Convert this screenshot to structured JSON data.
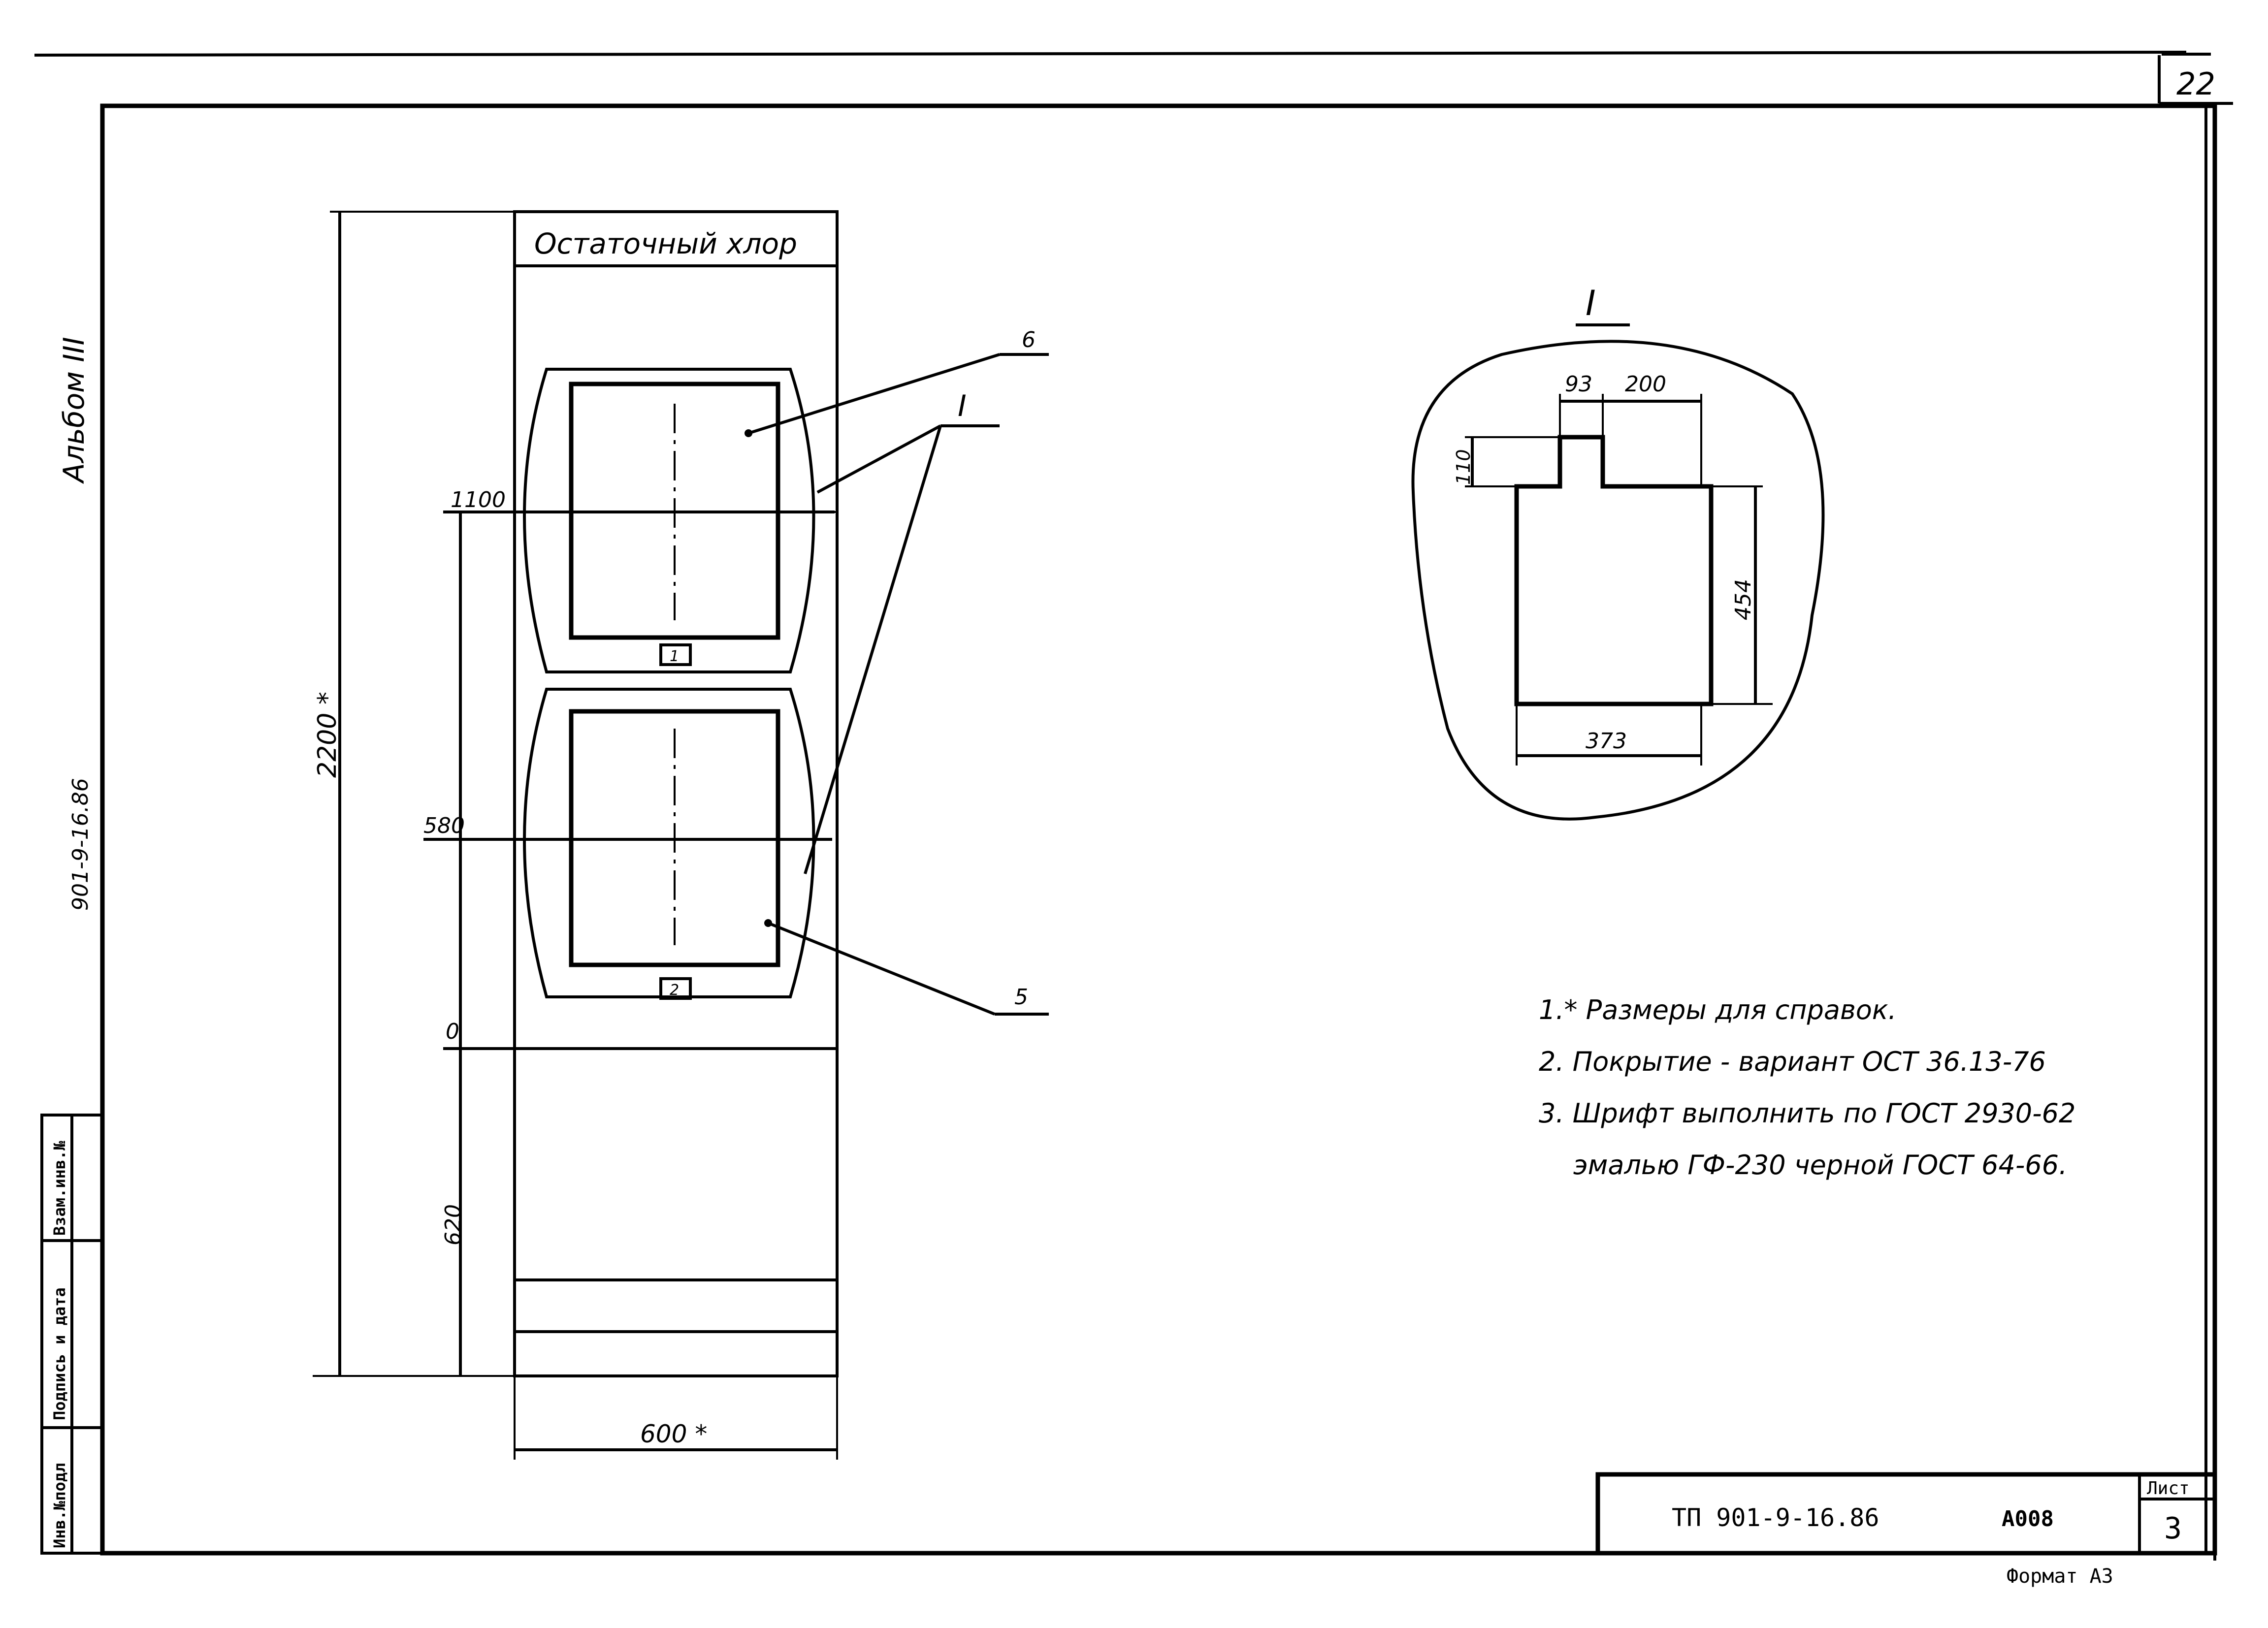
{
  "sheet": {
    "page_number": "22",
    "album_label": "Альбом III",
    "project_code": "901-9-16.86"
  },
  "side_stamp": {
    "cells": [
      "Инв.№подл",
      "Подпись и дата",
      "Взам.инв.№"
    ]
  },
  "panel": {
    "title": "Остаточный хлор",
    "window_1_label": "1",
    "window_2_label": "2"
  },
  "dimensions": {
    "height_total": "2200 *",
    "level_1100": "1100",
    "level_580": "580",
    "level_0": "0",
    "level_620": "620",
    "width": "600 *"
  },
  "callouts": {
    "leader_6": "6",
    "leader_5": "5",
    "detail_ref": "I"
  },
  "detail": {
    "title": "I",
    "dim_93": "93",
    "dim_200": "200",
    "dim_110": "110",
    "dim_454": "454",
    "dim_373": "373"
  },
  "notes": [
    "1.* Размеры для справок.",
    "2. Покрытие - вариант ОСТ 36.13-76",
    "3. Шрифт выполнить по ГОСТ 2930-62",
    "эмалью ГФ-230 черной ГОСТ 64-66."
  ],
  "title_block": {
    "code": "ТП 901-9-16.86",
    "album": "А008",
    "sheet_label": "Лист",
    "sheet_number": "3",
    "format": "Формат А3"
  }
}
